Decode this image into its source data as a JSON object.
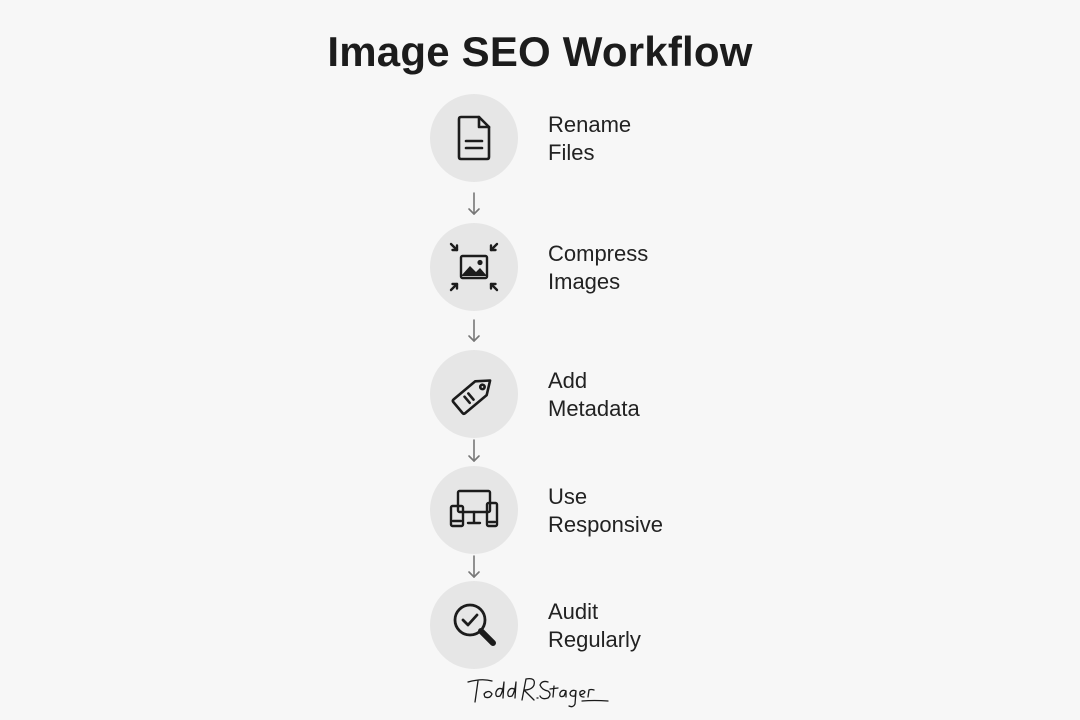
{
  "title": "Image SEO Workflow",
  "steps": [
    {
      "line1": "Rename",
      "line2": "Files",
      "icon": "document-icon"
    },
    {
      "line1": "Compress",
      "line2": "Images",
      "icon": "compress-image-icon"
    },
    {
      "line1": "Add",
      "line2": "Metadata",
      "icon": "tag-icon"
    },
    {
      "line1": "Use",
      "line2": "Responsive",
      "icon": "devices-icon"
    },
    {
      "line1": "Audit",
      "line2": "Regularly",
      "icon": "magnifier-check-icon"
    }
  ],
  "signature": "Todd R. Stager",
  "colors": {
    "background": "#f7f7f7",
    "circle": "#e6e6e6",
    "icon": "#1c1c1c",
    "arrow": "#777777"
  }
}
